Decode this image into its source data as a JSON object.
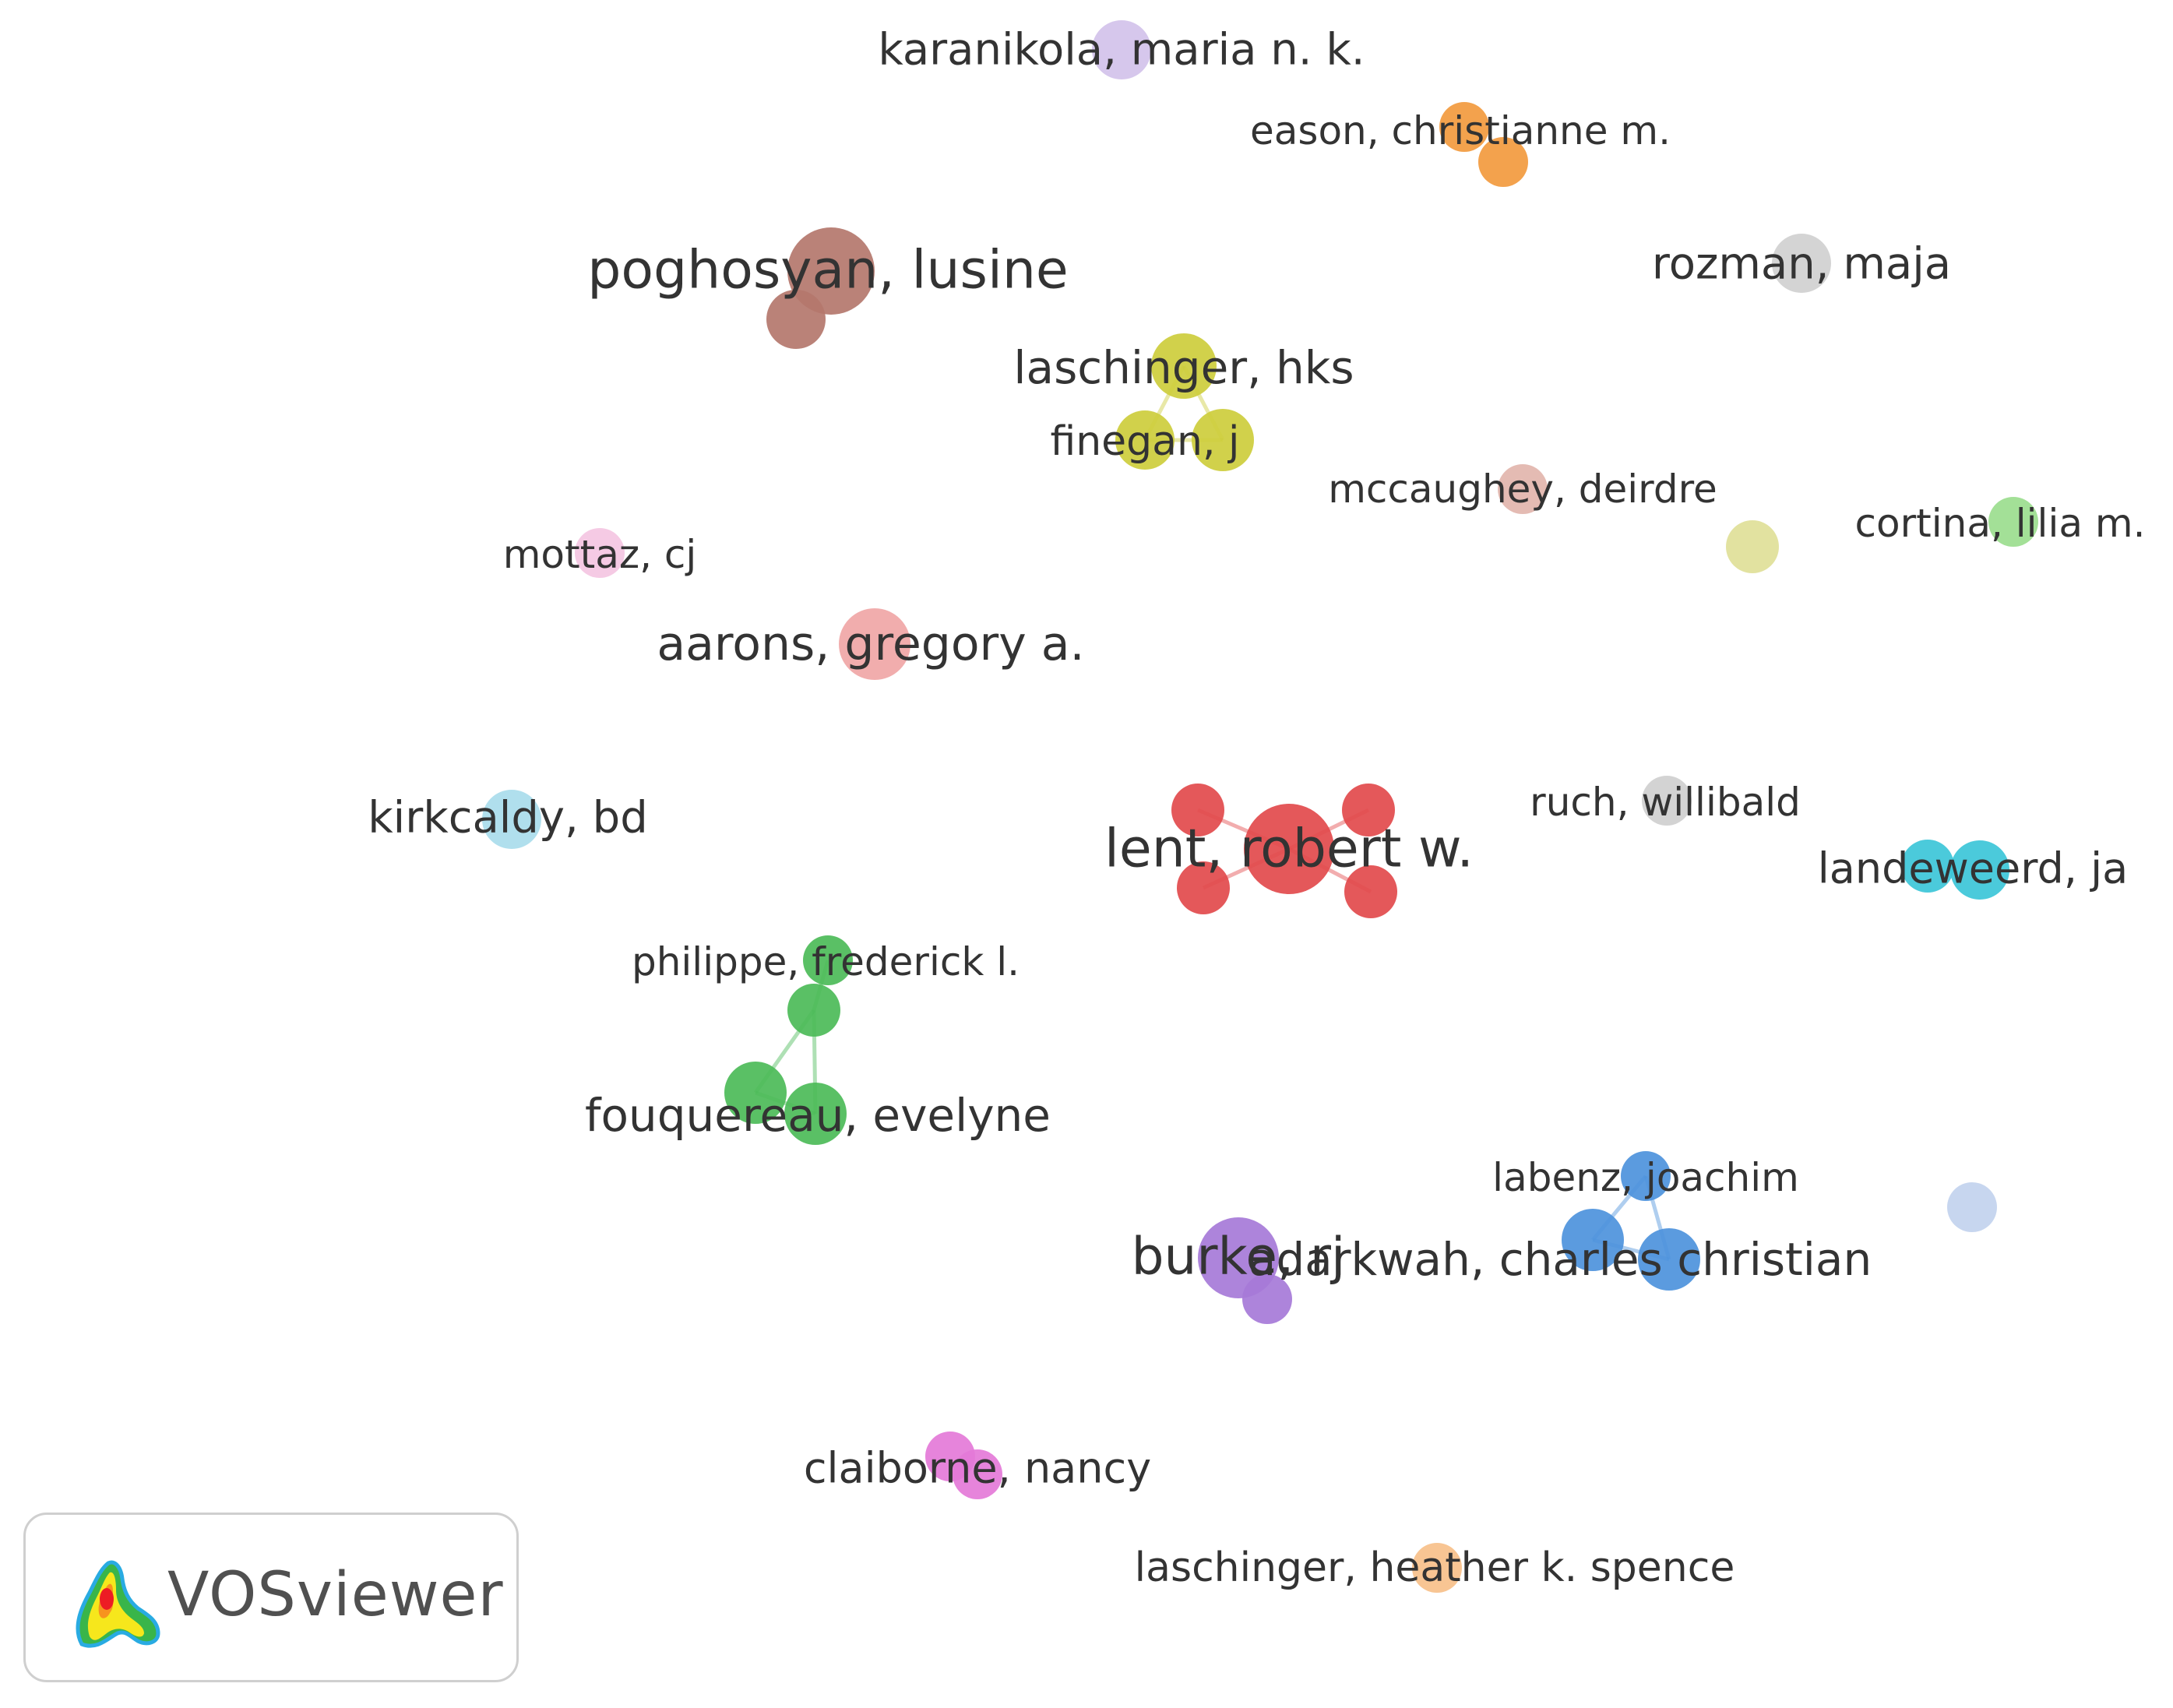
{
  "nodes": [
    {
      "id": "karanikola",
      "label": "karanikola, maria n. k.",
      "color": "#d3c2ea"
    },
    {
      "id": "eason-a",
      "label": "eason, christianne m.",
      "color": "#f29a3e"
    },
    {
      "id": "eason-b",
      "label": "",
      "color": "#f29a3e"
    },
    {
      "id": "poghosyan-a",
      "label": "poghosyan, lusine",
      "color": "#b4776c"
    },
    {
      "id": "poghosyan-b",
      "label": "",
      "color": "#b4776c"
    },
    {
      "id": "rozman",
      "label": "rozman, maja",
      "color": "#d0d0d0"
    },
    {
      "id": "laschinger-hks",
      "label": "laschinger, hks",
      "color": "#cdcd3c"
    },
    {
      "id": "finegan",
      "label": "finegan, j",
      "color": "#cdcd3c"
    },
    {
      "id": "finegan-b",
      "label": "",
      "color": "#cdcd3c"
    },
    {
      "id": "mccaughey",
      "label": "mccaughey, deirdre",
      "color": "#e2b5ac"
    },
    {
      "id": "yellow-small",
      "label": "",
      "color": "#dfdf98"
    },
    {
      "id": "cortina",
      "label": "cortina, lilia m.",
      "color": "#9bdd8e"
    },
    {
      "id": "mottaz",
      "label": "mottaz, cj",
      "color": "#f4c6e2"
    },
    {
      "id": "aarons",
      "label": "aarons, gregory a.",
      "color": "#f0a6a6"
    },
    {
      "id": "kirkcaldy",
      "label": "kirkcaldy, bd",
      "color": "#a9dcec"
    },
    {
      "id": "lent",
      "label": "lent, robert w.",
      "color": "#e24a4c"
    },
    {
      "id": "lent-tl",
      "label": "",
      "color": "#e24a4c"
    },
    {
      "id": "lent-tr",
      "label": "",
      "color": "#e24a4c"
    },
    {
      "id": "lent-bl",
      "label": "",
      "color": "#e24a4c"
    },
    {
      "id": "lent-br",
      "label": "",
      "color": "#e24a4c"
    },
    {
      "id": "ruch",
      "label": "ruch, willibald",
      "color": "#cfcfcf"
    },
    {
      "id": "landeweerd-a",
      "label": "landeweerd, ja",
      "color": "#3cc5d8"
    },
    {
      "id": "landeweerd-b",
      "label": "",
      "color": "#3cc5d8"
    },
    {
      "id": "philippe",
      "label": "philippe, frederick l.",
      "color": "#4cbb58"
    },
    {
      "id": "green-mid",
      "label": "",
      "color": "#4cbb58"
    },
    {
      "id": "fouquereau",
      "label": "fouquereau, evelyne",
      "color": "#4cbb58"
    },
    {
      "id": "green-left",
      "label": "",
      "color": "#4cbb58"
    },
    {
      "id": "labenz",
      "label": "labenz, joachim",
      "color": "#4d93dc"
    },
    {
      "id": "adarkwah",
      "label": "adarkwah, charles christian",
      "color": "#4d93dc"
    },
    {
      "id": "blue-left",
      "label": "",
      "color": "#4d93dc"
    },
    {
      "id": "lightblue",
      "label": "",
      "color": "#c2d3ee"
    },
    {
      "id": "burke",
      "label": "burke, rj",
      "color": "#a67ad8"
    },
    {
      "id": "burke-b",
      "label": "",
      "color": "#a67ad8"
    },
    {
      "id": "claiborne",
      "label": "claiborne, nancy",
      "color": "#e47ad8"
    },
    {
      "id": "claiborne-b",
      "label": "",
      "color": "#e47ad8"
    },
    {
      "id": "laschinger-heather",
      "label": "laschinger, heather k. spence",
      "color": "#f7c08a"
    }
  ],
  "links": [
    {
      "source": "laschinger-hks",
      "target": "finegan"
    },
    {
      "source": "laschinger-hks",
      "target": "finegan-b"
    },
    {
      "source": "finegan",
      "target": "finegan-b"
    },
    {
      "source": "lent",
      "target": "lent-tl"
    },
    {
      "source": "lent",
      "target": "lent-tr"
    },
    {
      "source": "lent",
      "target": "lent-bl"
    },
    {
      "source": "lent",
      "target": "lent-br"
    },
    {
      "source": "philippe",
      "target": "green-mid"
    },
    {
      "source": "green-mid",
      "target": "fouquereau"
    },
    {
      "source": "green-mid",
      "target": "green-left"
    },
    {
      "source": "green-left",
      "target": "fouquereau"
    },
    {
      "source": "labenz",
      "target": "blue-left"
    },
    {
      "source": "labenz",
      "target": "adarkwah"
    },
    {
      "source": "blue-left",
      "target": "adarkwah"
    }
  ],
  "branding": {
    "name": "VOSviewer",
    "logo_icon": "vosviewer-density-logo-icon"
  }
}
